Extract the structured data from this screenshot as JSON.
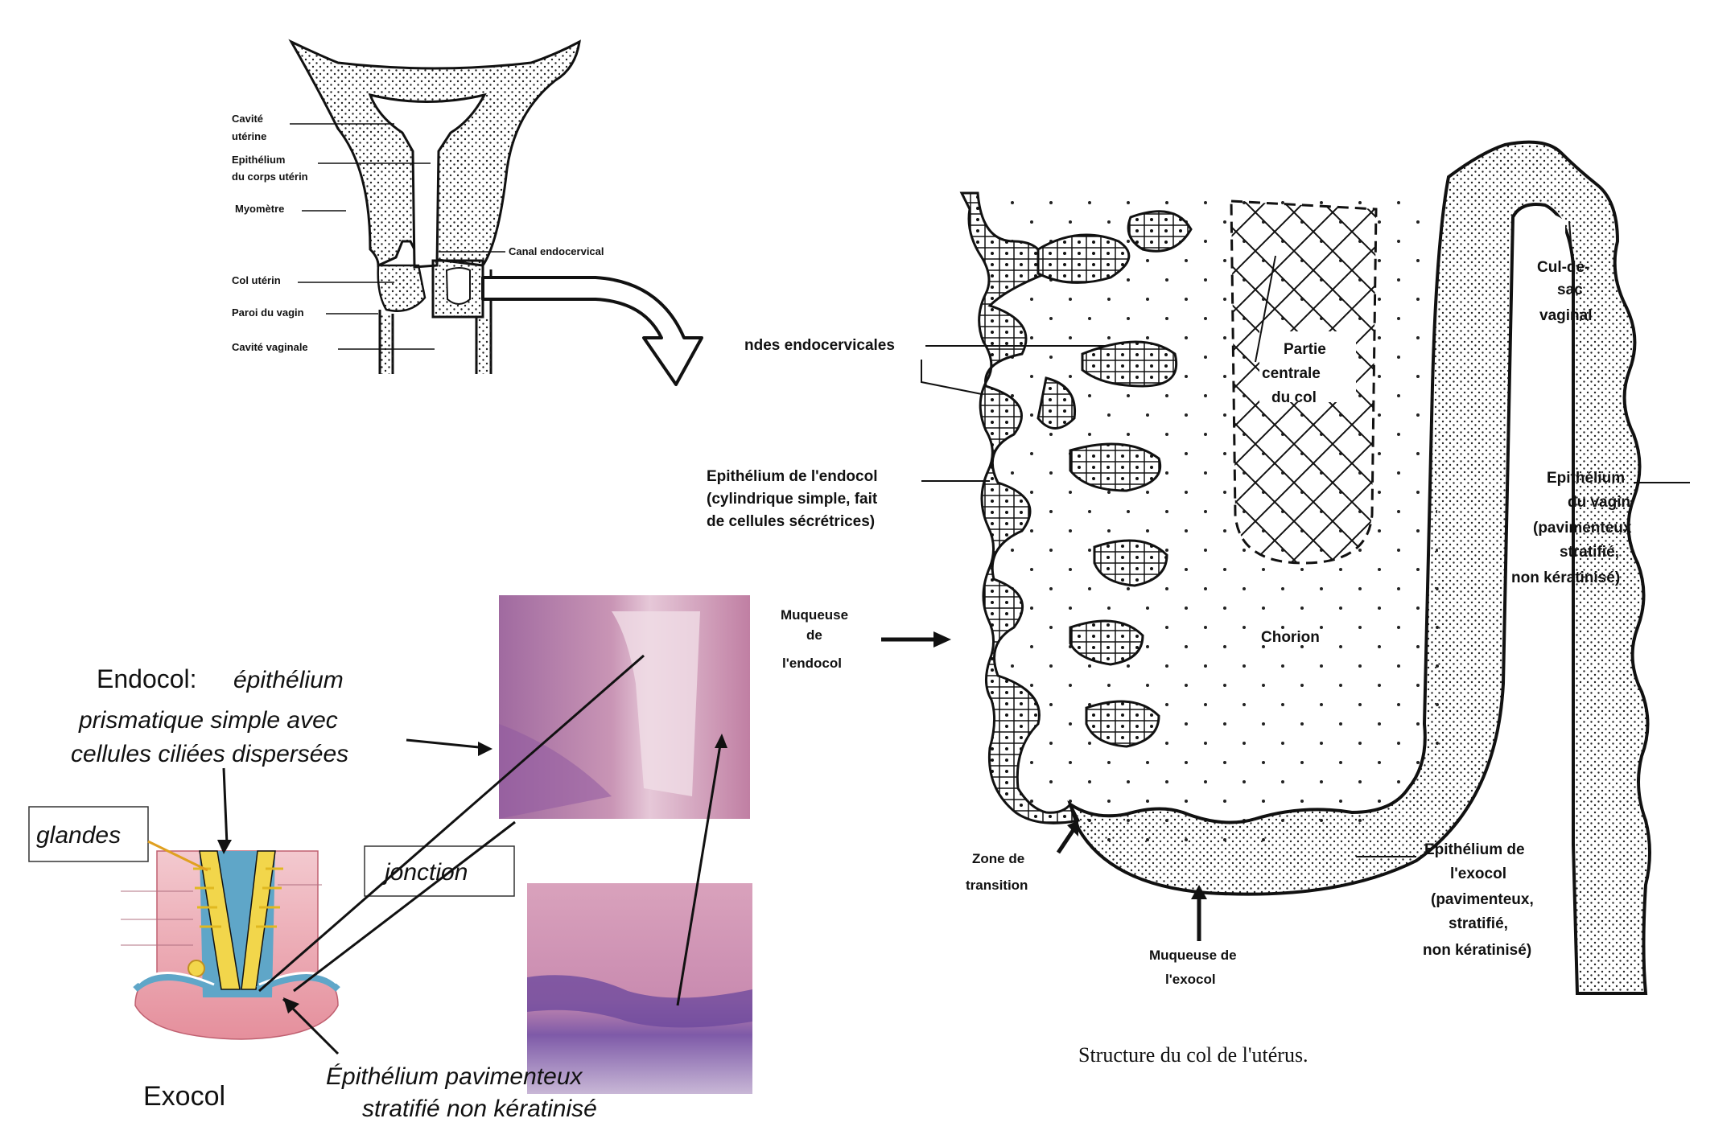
{
  "uterus_labels": {
    "cavite_uterine": [
      "Cavité",
      "utérine"
    ],
    "epithelium_corps": [
      "Epithélium",
      "du corps utérin"
    ],
    "myometre": "Myomètre",
    "col_uterin": "Col utérin",
    "paroi_vagin": "Paroi du vagin",
    "cavite_vaginale": "Cavité vaginale",
    "canal_endocervical": "Canal endocervical"
  },
  "structure_labels": {
    "glandes_endocervicales": "ndes endocervicales",
    "epithelium_endocol": [
      "Epithélium de l'endocol",
      "(cylindrique simple, fait",
      "de cellules sécrétrices)"
    ],
    "muqueuse_endocol": [
      "Muqueuse",
      "de",
      "l'endocol"
    ],
    "partie_centrale": [
      "Partie",
      "centrale",
      "du col"
    ],
    "chorion": "Chorion",
    "cul_de_sac": [
      "Cul-de-",
      "sac",
      "vaginal"
    ],
    "epithelium_vagin": [
      "Epithélium",
      "du vagin",
      "(pavimenteux",
      "stratifié,",
      "non kératinisé)"
    ],
    "zone_transition": [
      "Zone de",
      "transition"
    ],
    "muqueuse_exocol": [
      "Muqueuse de",
      "l'exocol"
    ],
    "epithelium_exocol": [
      "Epithélium de",
      "l'exocol",
      "(pavimenteux,",
      "stratifié,",
      "non kératinisé)"
    ],
    "caption": "Structure du col de l'utérus."
  },
  "annotation_labels": {
    "endocol_title": "Endocol:",
    "endocol_desc": [
      "épithélium",
      "prismatique simple avec",
      "cellules ciliées dispersées"
    ],
    "glandes": "glandes",
    "jonction": "jonction",
    "exocol": "Exocol",
    "epithelium_pav": [
      "Épithélium pavimenteux",
      "stratifié non kératinisé"
    ]
  },
  "colors": {
    "histo_pink": "#c7829f",
    "histo_purple": "#8e5a9c",
    "schema_pink": "#e8a0a8",
    "schema_yellow": "#f2d64b",
    "schema_blue": "#5fa6c8"
  }
}
